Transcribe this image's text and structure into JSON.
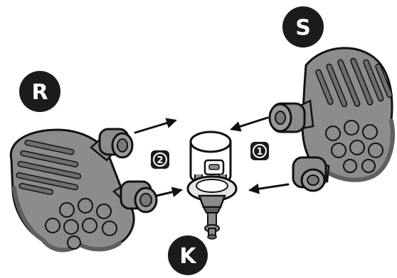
{
  "labels": {
    "left_part": "R",
    "right_part": "S",
    "center_part": "K"
  },
  "steps": {
    "step_1": "1",
    "step_2": "2"
  },
  "colors": {
    "part_fill": "#8c8c8c",
    "part_dark": "#5f5f5f",
    "outline": "#111111",
    "badge_fill": "#1b1b1b",
    "badge_text": "#ffffff",
    "white": "#ffffff",
    "light": "#e6e6e6"
  },
  "icons": {
    "arrow": "arrow-icon",
    "roller": "roller-icon",
    "connector": "connector-icon"
  }
}
